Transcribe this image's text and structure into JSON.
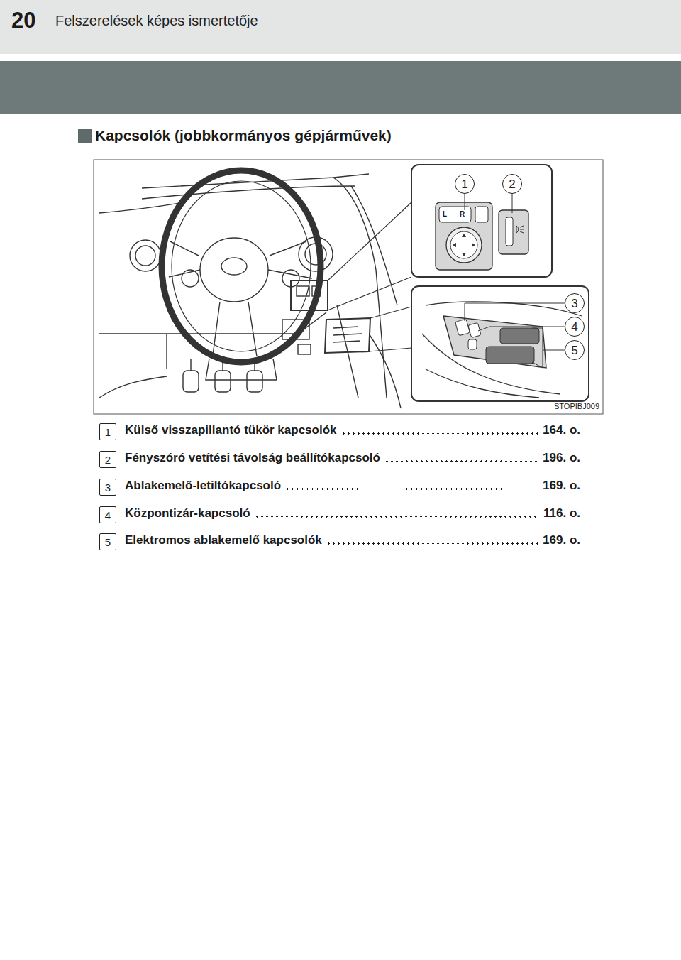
{
  "diagram": {
    "title": "Kapcsolók (jobbkormányos gépjárművek)",
    "nodes": [
      {
        "text": [
          "1"
        ]
      },
      {
        "text": [
          "2"
        ]
      },
      {
        "text": [
          "3"
        ]
      },
      {
        "text": [
          "4"
        ]
      },
      {
        "text": [
          "5"
        ]
      },
      {
        "text": [
          "1"
        ]
      },
      {
        "text": [
          "2"
        ]
      },
      {
        "text": [
          "3"
        ]
      },
      {
        "text": [
          "4"
        ]
      },
      {
        "text": [
          "5"
        ]
      }
    ],
    "labels": [
      "20",
      "Felszerelések képes ismertetője",
      "L",
      "R",
      "STOPIBJ009",
      "Külső visszapillantó tükör kapcsolók",
      "164. o.",
      "Fényszóró vetítési távolság beállítókapcsoló",
      "196. o.",
      "Ablakemelő-letiltókapcsoló",
      "169. o.",
      "Központizár-kapcsoló",
      "116. o.",
      "Elektromos ablakemelő kapcsolók",
      "169. o."
    ]
  }
}
